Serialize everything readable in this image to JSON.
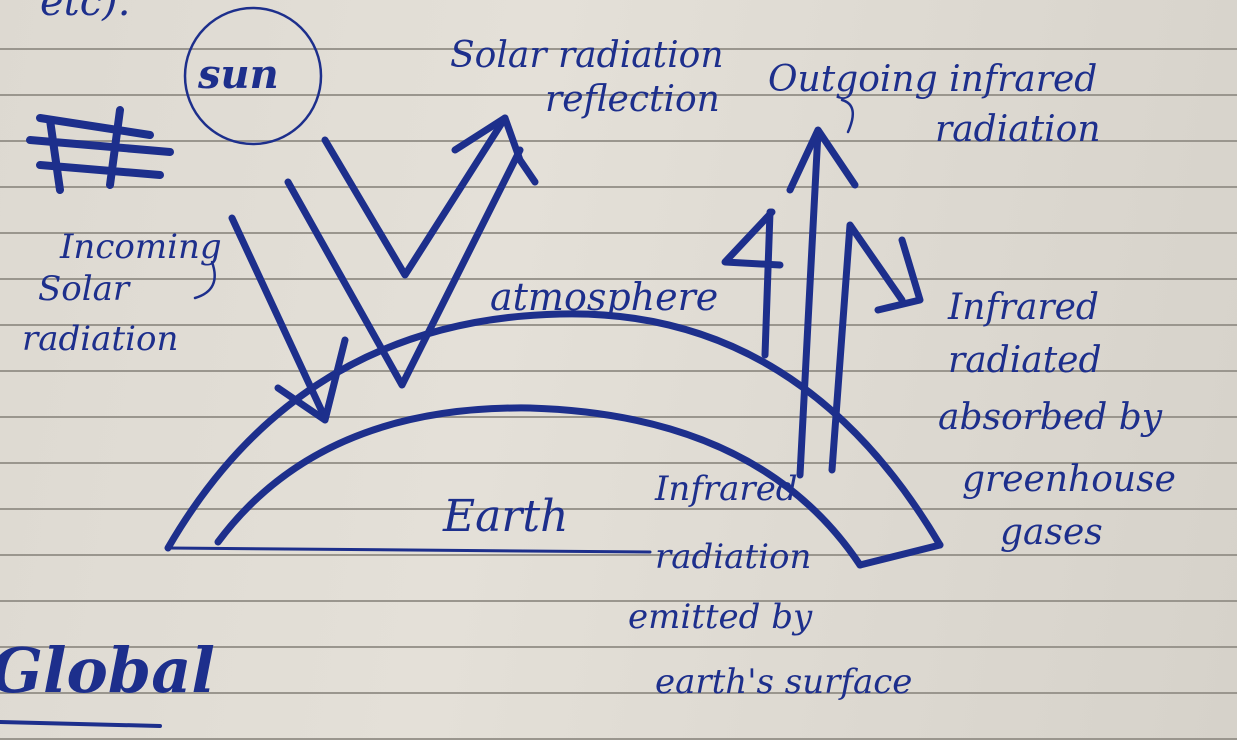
{
  "sun": "sun",
  "cutoff_top_text": "etc).",
  "incoming": [
    "Incoming",
    "Solar",
    "radiation"
  ],
  "reflection": [
    "Solar radiation",
    "reflection"
  ],
  "outgoing": [
    "Outgoing infrared",
    "radiation"
  ],
  "atmosphere": "atmosphere",
  "earth": "Earth",
  "absorbed": [
    "Infrared",
    "radiated",
    "absorbed by",
    "greenhouse",
    "gases"
  ],
  "emitted": [
    "Infrared",
    "radiation",
    "emitted by",
    "earth's surface"
  ],
  "heading": "Global",
  "colors": {
    "ink": "#1d2f8c",
    "paper": "#e0dcd4",
    "rule": "#9a968e"
  }
}
